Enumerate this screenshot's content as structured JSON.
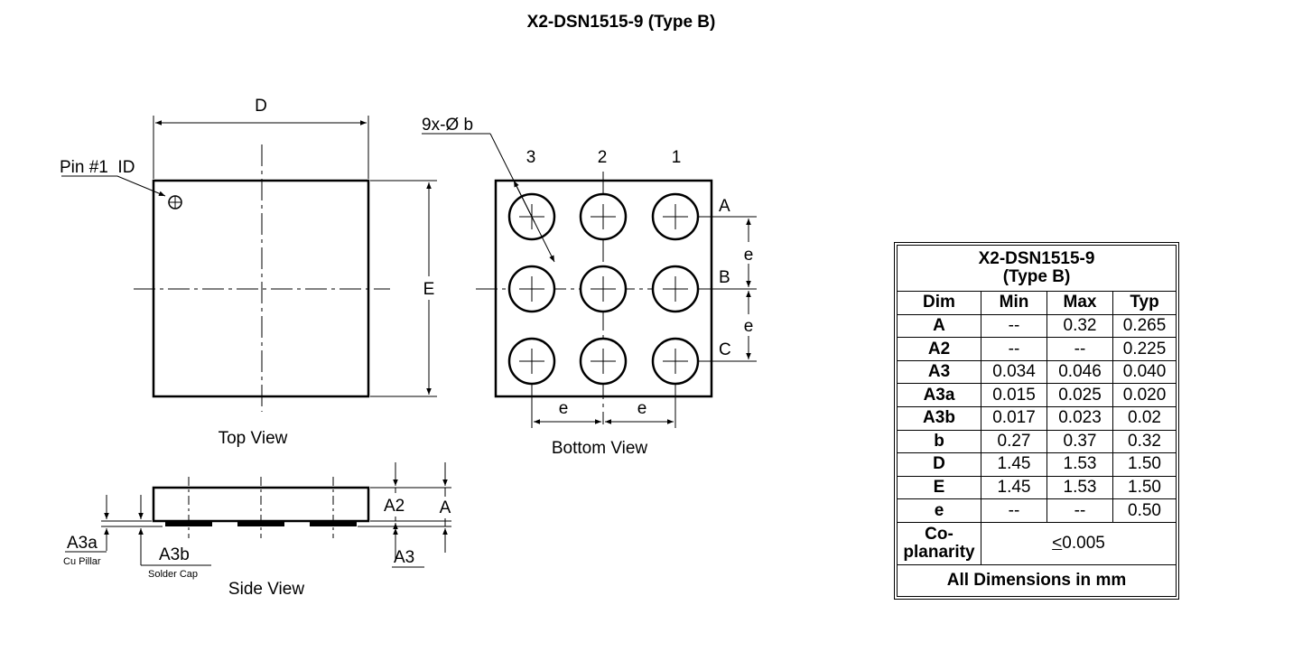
{
  "title": "X2-DSN1515-9 (Type B)",
  "labels": {
    "D": "D",
    "E": "E",
    "pin1": "Pin #1  ID",
    "ball_callout": "9x-Ø b",
    "col1": "1",
    "col2": "2",
    "col3": "3",
    "rowA": "A",
    "rowB": "B",
    "rowC": "C",
    "e": "e",
    "top_view": "Top View",
    "bottom_view": "Bottom View",
    "side_view": "Side View",
    "A2": "A2",
    "A": "A",
    "A3": "A3",
    "A3a": "A3a",
    "A3b": "A3b",
    "cu_pillar": "Cu Pillar",
    "solder_cap": "Solder Cap"
  },
  "table": {
    "title_line1": "X2-DSN1515-9",
    "title_line2": "(Type B)",
    "headers": [
      "Dim",
      "Min",
      "Max",
      "Typ"
    ],
    "rows": [
      [
        "A",
        "--",
        "0.32",
        "0.265"
      ],
      [
        "A2",
        "--",
        "--",
        "0.225"
      ],
      [
        "A3",
        "0.034",
        "0.046",
        "0.040"
      ],
      [
        "A3a",
        "0.015",
        "0.025",
        "0.020"
      ],
      [
        "A3b",
        "0.017",
        "0.023",
        "0.02"
      ],
      [
        "b",
        "0.27",
        "0.37",
        "0.32"
      ],
      [
        "D",
        "1.45",
        "1.53",
        "1.50"
      ],
      [
        "E",
        "1.45",
        "1.53",
        "1.50"
      ],
      [
        "e",
        "--",
        "--",
        "0.50"
      ]
    ],
    "coplanarity_label_1": "Co-",
    "coplanarity_label_2": "planarity",
    "coplanarity_symbol": "<",
    "coplanarity_value": "0.005",
    "footer": "All Dimensions in mm"
  }
}
